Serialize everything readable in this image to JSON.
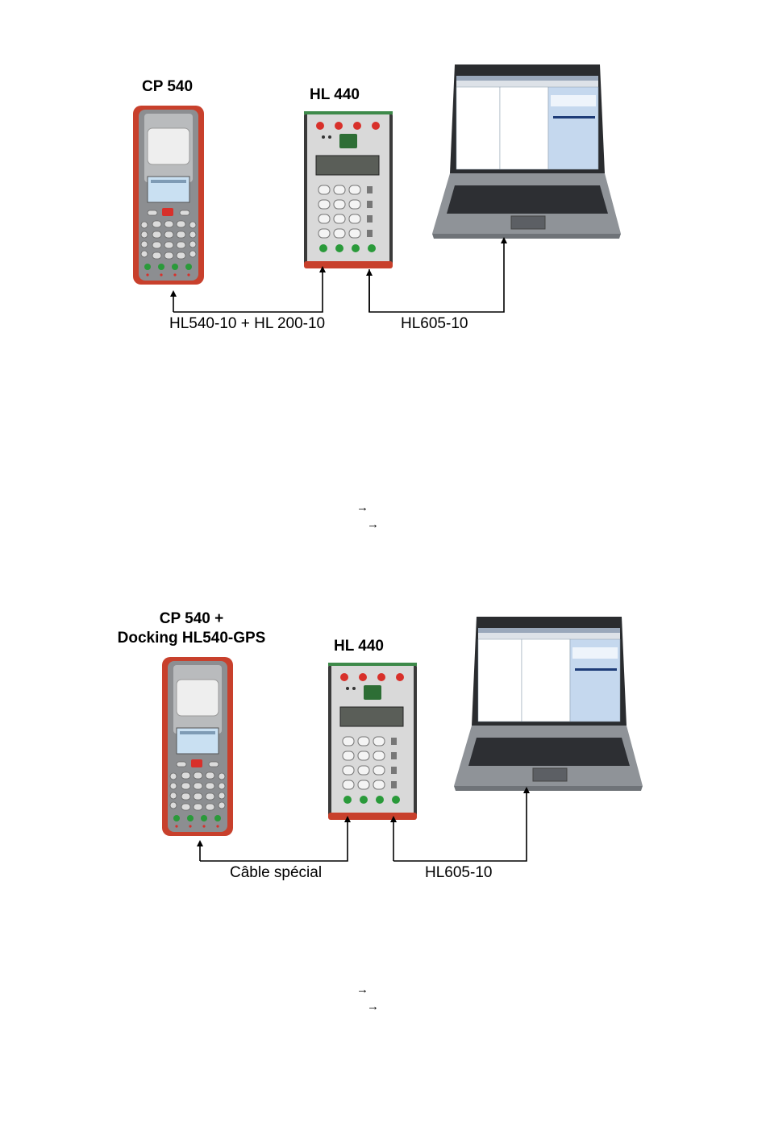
{
  "diagram1": {
    "printer_title": "CP 540",
    "chrono_title": "HL 440",
    "cable_left": "HL540-10 + HL 200-10",
    "cable_right": "HL605-10"
  },
  "arrows1": [
    "→",
    "→"
  ],
  "diagram2": {
    "printer_title_line1": "CP 540 +",
    "printer_title_line2": "Docking HL540-GPS",
    "chrono_title": "HL 440",
    "cable_left": "Câble spécial",
    "cable_right": "HL605-10"
  },
  "arrows2": [
    "→",
    "→"
  ],
  "colors": {
    "printer_body": "#c8402c",
    "device_face": "#d9d9d9",
    "button_red": "#d8302a",
    "button_green": "#2a9a3a",
    "laptop_body": "#8f9398",
    "screen_bg": "#eaf0f8"
  }
}
